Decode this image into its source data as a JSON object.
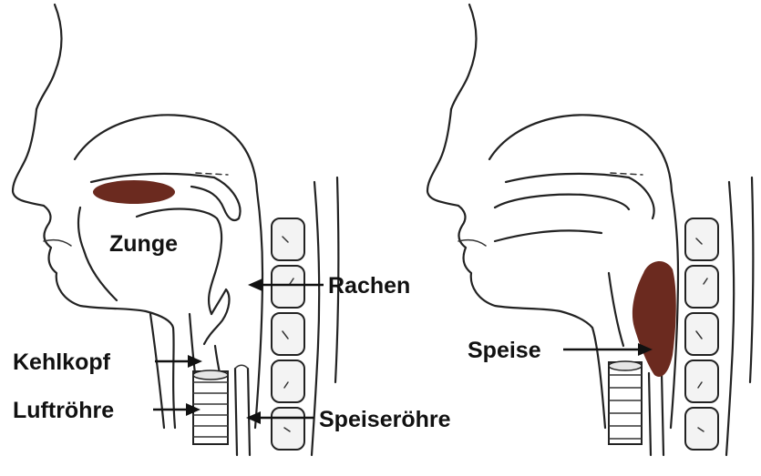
{
  "labels": {
    "zunge": "Zunge",
    "rachen": "Rachen",
    "kehlkopf": "Kehlkopf",
    "luftroehre": "Luftröhre",
    "speiseroehre": "Speiseröhre",
    "speise": "Speise"
  },
  "colors": {
    "food_bolus": "#6b2a1f",
    "line": "#222222",
    "background": "#ffffff"
  }
}
